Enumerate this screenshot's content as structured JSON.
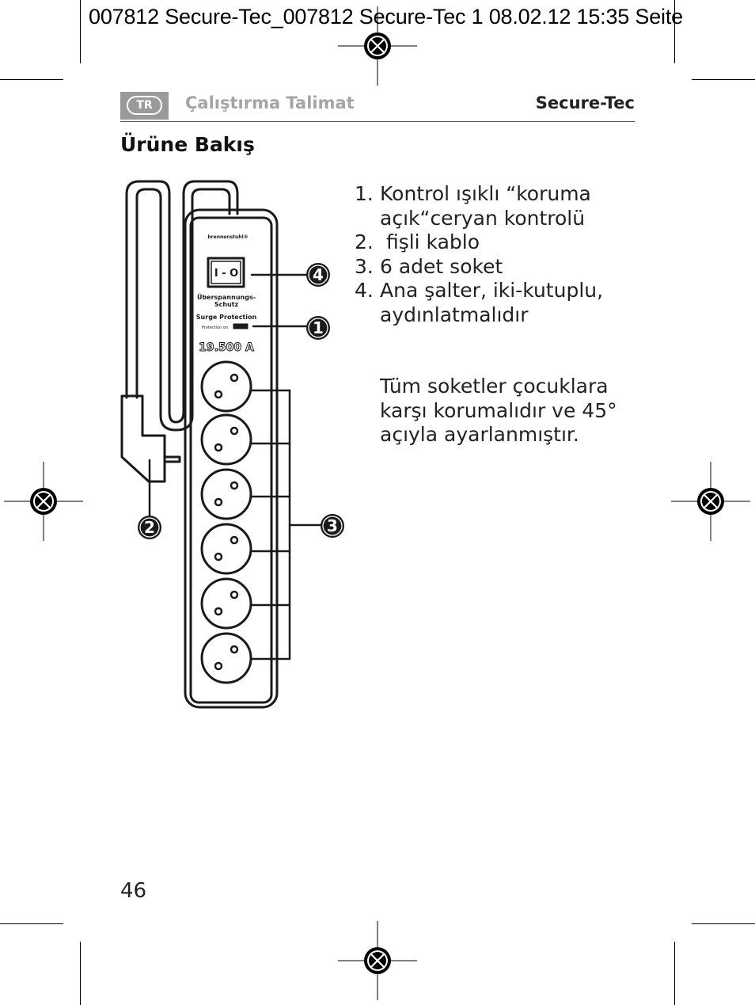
{
  "slug_line": "007812 Secure-Tec_007812 Secure-Tec 1  08.02.12  15:35  Seite",
  "header": {
    "lang_badge": "TR",
    "title": "Çalıştırma Talimat",
    "brand": "Secure-Tec"
  },
  "section_title": "Ürüne Bakış",
  "device": {
    "brand_logo": "brennenstuhl®",
    "switch_symbol": "I - O",
    "label_de_line1": "Überspannungs-",
    "label_de_line2": "Schutz",
    "label_en": "Surge Protection",
    "led_label": "Protection on",
    "rating": "19.500 A",
    "socket_count": 6
  },
  "callouts": {
    "c1": "1",
    "c2": "2",
    "c3": "3",
    "c4": "4"
  },
  "items": [
    {
      "num": "1.",
      "text": "Kontrol ışıklı “koruma açık“ceryan kontrolü"
    },
    {
      "num": "2.",
      "text": " fişli kablo"
    },
    {
      "num": "3.",
      "text": "6 adet soket"
    },
    {
      "num": "4.",
      "text": "Ana şalter, iki-kutuplu, aydınlatmalıdır"
    }
  ],
  "note": "Tüm soketler çocuklara karşı korumalıdır ve 45° açıyla ayarlanmıştır.",
  "page_number": "46"
}
